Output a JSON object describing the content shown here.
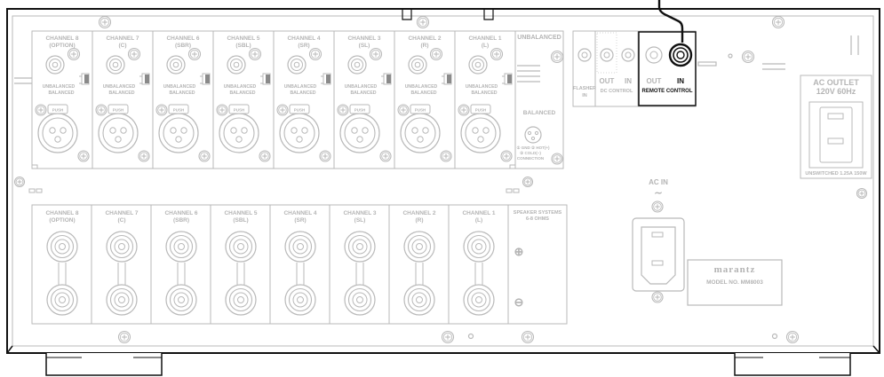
{
  "colors": {
    "line": "#111111",
    "faded": "#b9b9b9",
    "faded_text": "#b4b4b4",
    "highlight_box": "#111111"
  },
  "preout": {
    "channels": [
      {
        "label": "CHANNEL 8",
        "sub": "(OPTION)"
      },
      {
        "label": "CHANNEL 7",
        "sub": "(C)"
      },
      {
        "label": "CHANNEL 6",
        "sub": "(SBR)"
      },
      {
        "label": "CHANNEL 5",
        "sub": "(SBL)"
      },
      {
        "label": "CHANNEL 4",
        "sub": "(SR)"
      },
      {
        "label": "CHANNEL 3",
        "sub": "(SL)"
      },
      {
        "label": "CHANNEL 2",
        "sub": "(R)"
      },
      {
        "label": "CHANNEL 1",
        "sub": "(L)"
      }
    ],
    "switch_top": "UNBALANCED",
    "switch_bottom": "BALANCED",
    "push": "PUSH",
    "unbalanced_header": "UNBALANCED",
    "balanced_header": "BALANCED",
    "pin_legend_1": "① GND ② HOT(+)",
    "pin_legend_2": "③ COLD(−)",
    "pin_legend_3": "CONNECTION"
  },
  "control": {
    "flasher": "FLASHER",
    "flasher_in": "IN",
    "dc_out": "OUT",
    "dc_in": "IN",
    "dc_label": "DC CONTROL",
    "rc_out": "OUT",
    "rc_in": "IN",
    "rc_label": "REMOTE CONTROL"
  },
  "ac_outlet": {
    "title_1": "AC OUTLET",
    "title_2": "120V 60Hz",
    "rating": "UNSWITCHED 1.25A 150W"
  },
  "speakers": {
    "channels": [
      {
        "label": "CHANNEL 8",
        "sub": "(OPTION)"
      },
      {
        "label": "CHANNEL 7",
        "sub": "(C)"
      },
      {
        "label": "CHANNEL 6",
        "sub": "(SBR)"
      },
      {
        "label": "CHANNEL 5",
        "sub": "(SBL)"
      },
      {
        "label": "CHANNEL 4",
        "sub": "(SR)"
      },
      {
        "label": "CHANNEL 3",
        "sub": "(SL)"
      },
      {
        "label": "CHANNEL 2",
        "sub": "(R)"
      },
      {
        "label": "CHANNEL 1",
        "sub": "(L)"
      }
    ],
    "system_1": "SPEAKER SYSTEMS",
    "system_2": "6-8 OHMS",
    "plus": "⊕",
    "minus": "⊖"
  },
  "ac_in": {
    "label": "AC IN",
    "symbol": "∼"
  },
  "model": {
    "brand": "marantz",
    "model": "MODEL NO. MM8003"
  }
}
